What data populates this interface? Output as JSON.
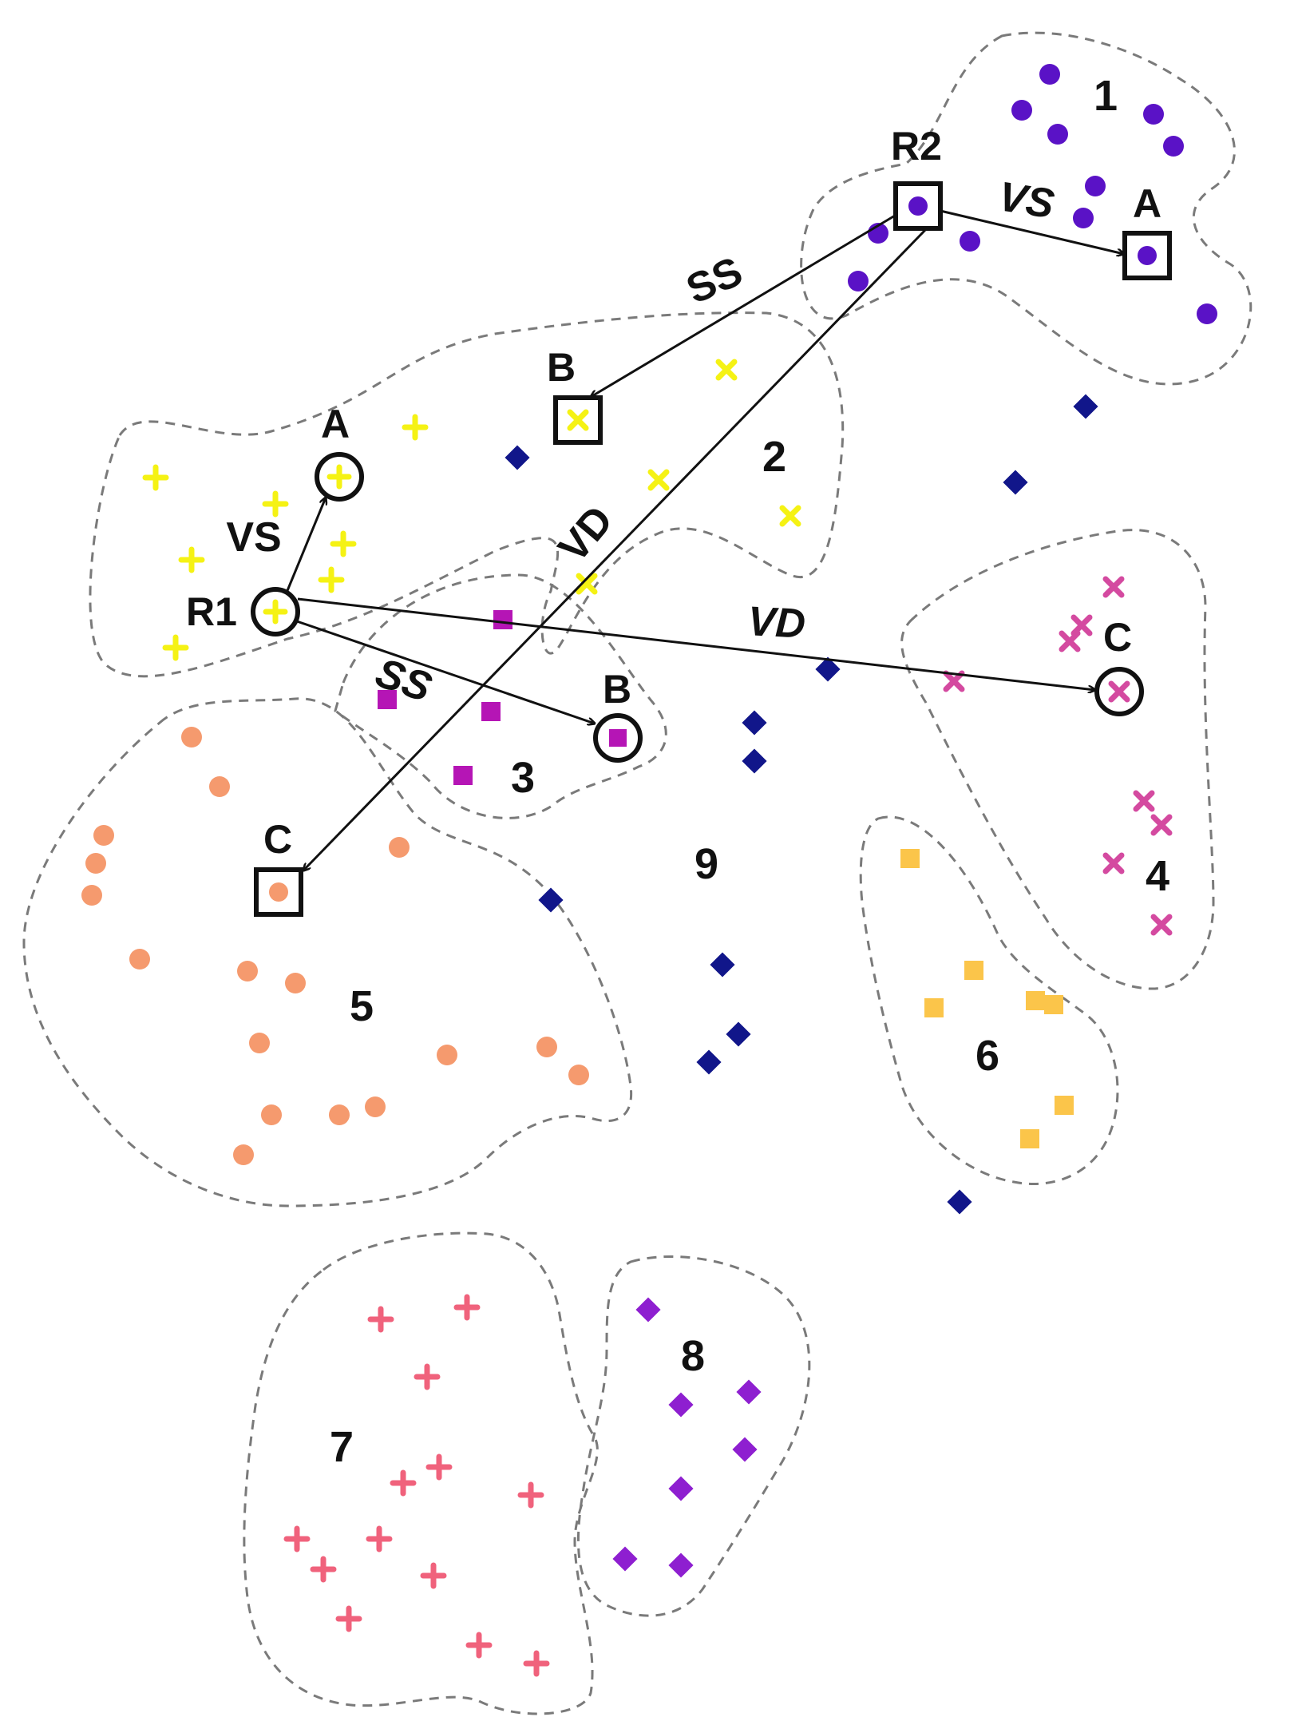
{
  "colors": {
    "cluster1": "#5a12c6",
    "cluster2": "#f5f214",
    "cluster3": "#b515b5",
    "cluster4": "#d44aa0",
    "cluster5": "#f59a6e",
    "cluster6": "#fbc54a",
    "cluster7": "#f0627c",
    "cluster8": "#8e1fd0",
    "cluster9": "#11168a",
    "boundary": "#7a7a7a",
    "ink": "#111111"
  },
  "clusters": [
    {
      "id": "1",
      "label": "1",
      "shape": "circle",
      "icon": "circle-marker"
    },
    {
      "id": "2",
      "label": "2",
      "shape": "x",
      "icon": "x-marker"
    },
    {
      "id": "3",
      "label": "3",
      "shape": "square",
      "icon": "square-marker"
    },
    {
      "id": "4",
      "label": "4",
      "shape": "x",
      "icon": "x-marker"
    },
    {
      "id": "5",
      "label": "5",
      "shape": "circle",
      "icon": "circle-marker"
    },
    {
      "id": "6",
      "label": "6",
      "shape": "square",
      "icon": "square-marker"
    },
    {
      "id": "7",
      "label": "7",
      "shape": "plus",
      "icon": "plus-marker"
    },
    {
      "id": "8",
      "label": "8",
      "shape": "diamond",
      "icon": "diamond-marker"
    },
    {
      "id": "9",
      "label": "9",
      "shape": "diamond",
      "icon": "diamond-marker"
    }
  ],
  "anchors": {
    "r1": "R1",
    "r2": "R2",
    "r1_a": "A",
    "r1_b": "B",
    "r1_c": "C",
    "r2_a": "A",
    "r2_b": "B",
    "r2_c": "C"
  },
  "relations": {
    "r1_to_a": "VS",
    "r1_to_b": "SS",
    "r1_to_c": "VD",
    "r2_to_a": "VS",
    "r2_to_b": "SS",
    "r2_to_c": "VD"
  }
}
